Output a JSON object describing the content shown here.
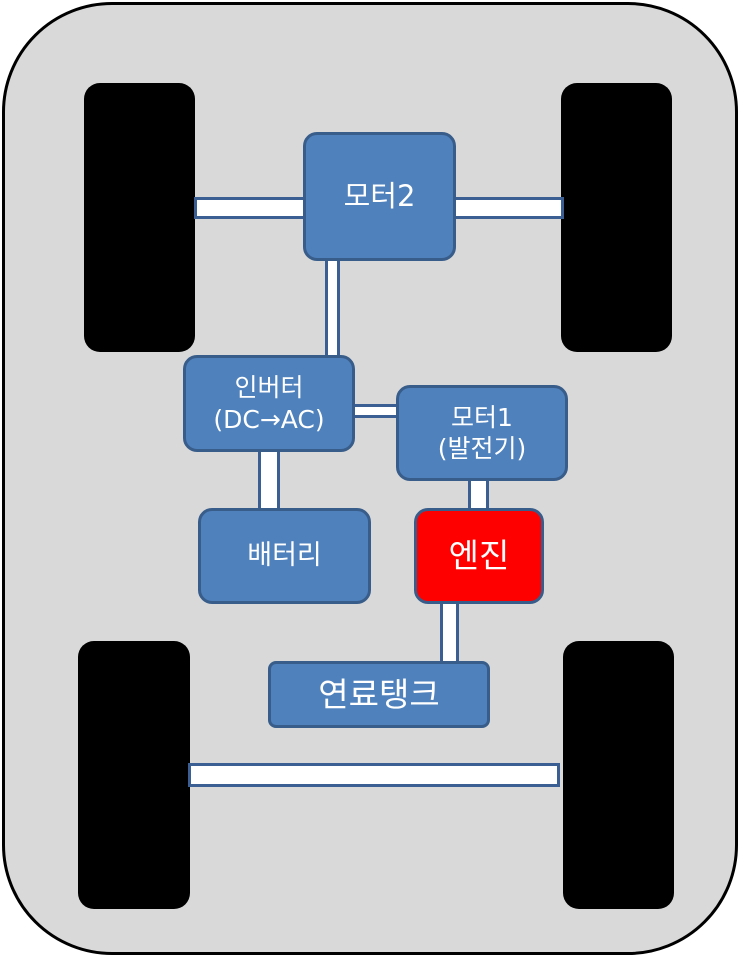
{
  "diagram": {
    "components": {
      "motor2": {
        "label": "모터2"
      },
      "inverter": {
        "line1": "인버터",
        "line2": "(DC→AC)"
      },
      "motor1": {
        "line1": "모터1",
        "line2": "(발전기)"
      },
      "battery": {
        "label": "배터리"
      },
      "engine": {
        "label": "엔진"
      },
      "fuel_tank": {
        "label": "연료탱크"
      }
    },
    "colors": {
      "component_fill": "#4f81bd",
      "component_border": "#385d8a",
      "engine_fill": "#ff0000",
      "chassis_fill": "#d9d9d9",
      "wheel_fill": "#000000"
    }
  }
}
